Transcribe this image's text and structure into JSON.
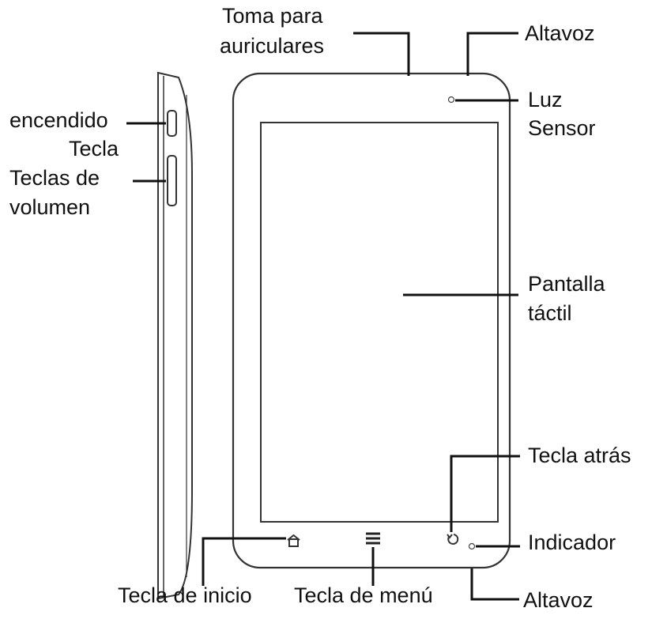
{
  "labels": {
    "headphone_jack": [
      "Toma para",
      "auriculares"
    ],
    "speaker_top": "Altavoz",
    "light_sensor": [
      "Luz",
      "Sensor"
    ],
    "power_key": [
      "encendido",
      "Tecla"
    ],
    "volume_keys": [
      "Teclas de",
      "volumen"
    ],
    "touch_screen": [
      "Pantalla",
      "táctil"
    ],
    "back_key": "Tecla atrás",
    "indicator": "Indicador",
    "home_key": "Tecla de inicio",
    "menu_key": "Tecla de menú",
    "speaker_bottom": "Altavoz"
  },
  "colors": {
    "line": "#111111",
    "outline": "#333333",
    "background": "#ffffff"
  },
  "icons": {
    "home": "home-icon",
    "menu": "menu-icon",
    "back": "back-icon"
  }
}
